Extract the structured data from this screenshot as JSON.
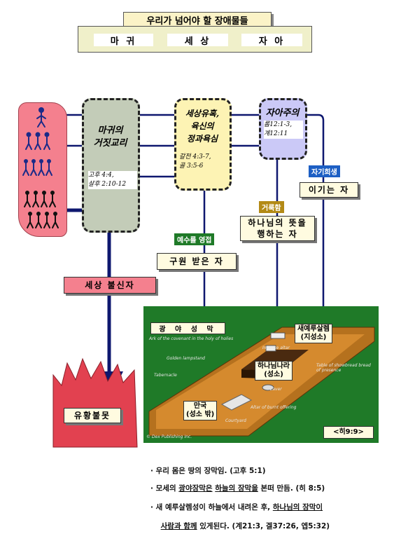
{
  "header": {
    "title": "우리가 넘어야 할 장애물들",
    "labels": [
      "마 귀",
      "세 상",
      "자 아"
    ]
  },
  "bubbles": {
    "devil": {
      "title_line1": "마귀의",
      "title_line2": "거짓교리",
      "ref1": "고후 4:4,",
      "ref2": "살후 2:10-12"
    },
    "world": {
      "title_line1": "세상유혹,",
      "title_line2": "육신의",
      "title_line3": "정과욕심",
      "ref1": "갈전 4:3-7,",
      "ref2": "골 3:5-6"
    },
    "self": {
      "title": "자아주의",
      "ref1": "롬12:1-3,",
      "ref2": "계12:11"
    }
  },
  "tags": {
    "self_denial": "자기희생",
    "holy_spirit": "거룩함",
    "obey_jesus": "예수를 영접"
  },
  "boxes": {
    "overcomer": "이기는 자",
    "doer_line1": "하나님의 뜻을",
    "doer_line2": "행하는 자",
    "saved": "구원 받은 자",
    "unbeliever": "세상 불신자",
    "fire": "유황불못"
  },
  "tabernacle": {
    "title": "광 야 성 막",
    "new_jerusalem_line1": "새예루살렘",
    "new_jerusalem_line2": "(지성소)",
    "kingdom_line1": "하나님나라",
    "kingdom_line2": "(성소)",
    "nations_line1": "만국",
    "nations_line2": "(성소 밖)",
    "reference": "<히9:9>",
    "small_text": {
      "ark": "Ark of the covenant in the holy of holies",
      "incense": "Incense altar",
      "table": "Table of showbread bread of presence",
      "lampstand": "Golden lampstand",
      "tabernacle": "Tabernacle",
      "laver": "Laver",
      "altar": "Altar of burnt offering",
      "courtyard": "Courtyard",
      "copyright": "© Dex Publishing Inc."
    }
  },
  "notes": [
    {
      "parts": [
        {
          "t": "· 우리 몸은 땅의 장막임. (고후 5:1)",
          "u": false
        }
      ]
    },
    {
      "parts": [
        {
          "t": "· 모세의 ",
          "u": false
        },
        {
          "t": "광야장막은",
          "u": true
        },
        {
          "t": " ",
          "u": false
        },
        {
          "t": "하늘의 장막을",
          "u": true
        },
        {
          "t": " 본떠 만듬. (히 8:5)",
          "u": false
        }
      ]
    },
    {
      "parts": [
        {
          "t": "· 새 예루살렘성이 하늘에서 내려온 후, ",
          "u": false
        },
        {
          "t": "하나님의 장막이",
          "u": true
        }
      ]
    },
    {
      "parts": [
        {
          "t": "  ",
          "u": false
        },
        {
          "t": "사람과 함께",
          "u": true
        },
        {
          "t": " 있게된다. (계21:3, 겔37:26, 엡5:32)",
          "u": false
        }
      ]
    }
  ],
  "colors": {
    "crowd_fill": "#f4808e",
    "devil_fill": "#c3ccb8",
    "world_fill": "#fdf3b4",
    "self_fill": "#cbc9f7",
    "arrow": "#0e176f",
    "fire": "#e24150",
    "tabernacle_green": "#1f7a28",
    "tag_blue": "#1d5fc4",
    "tag_gold": "#b38a16",
    "tag_green": "#1f7a28"
  }
}
